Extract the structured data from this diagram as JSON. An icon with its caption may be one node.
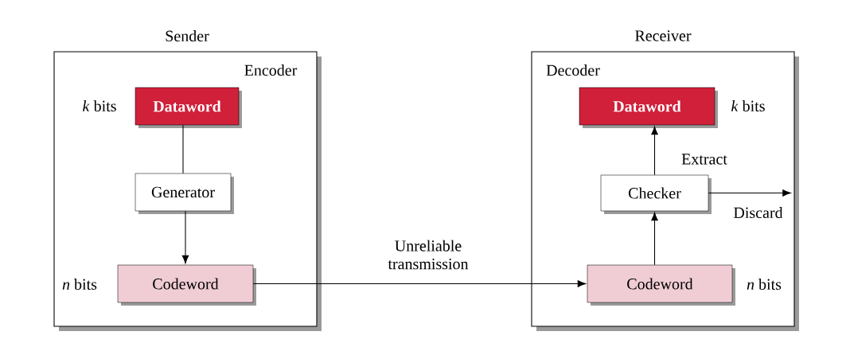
{
  "diagram": {
    "nodes": [
      {
        "text": [
          "Sender",
          "Encoder"
        ]
      },
      {
        "text": [
          "Dataword"
        ],
        "in": 0,
        "beside": [
          "*k* bits"
        ]
      },
      {
        "text": [
          "Generator"
        ],
        "in": 0
      },
      {
        "text": [
          "Codeword"
        ],
        "in": 0,
        "beside": [
          "*n* bits"
        ]
      },
      {
        "text": [
          "Receiver",
          "Decoder"
        ]
      },
      {
        "text": [
          "Dataword"
        ],
        "in": 4,
        "beside": [
          "*k* bits"
        ]
      },
      {
        "text": [
          "Checker"
        ],
        "in": 4
      },
      {
        "text": [
          "Codeword"
        ],
        "in": 4,
        "beside": [
          "*n* bits"
        ]
      },
      {
        "text": [
          "Discard"
        ],
        "in": 4
      }
    ],
    "edges": [
      {
        "from": 1,
        "to": 2,
        "arrow": "none"
      },
      {
        "from": 2,
        "to": 3,
        "arrow": "to"
      },
      {
        "from": 3,
        "to": 7,
        "arrow": "to",
        "label": "Unreliable transmission"
      },
      {
        "from": 7,
        "to": 6,
        "arrow": "to"
      },
      {
        "from": 6,
        "to": 5,
        "arrow": "to",
        "label": "Extract"
      },
      {
        "from": 6,
        "to": 8,
        "arrow": "to"
      }
    ]
  }
}
